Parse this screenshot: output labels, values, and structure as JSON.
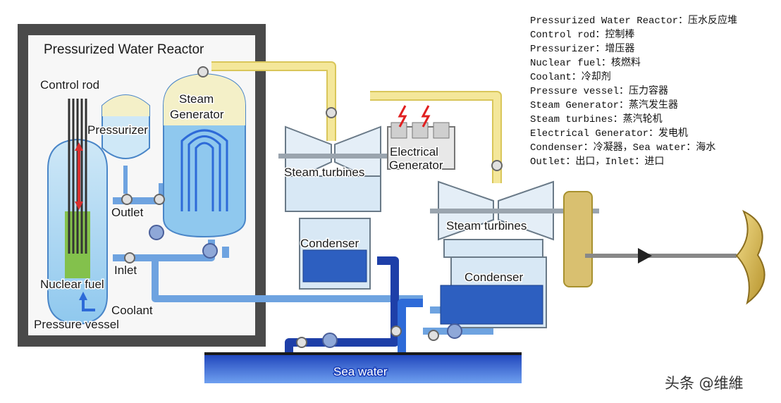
{
  "diagram": {
    "title": "Pressurized Water Reactor",
    "labels": {
      "control_rod": "Control rod",
      "pressurizer": "Pressurizer",
      "steam_generator_line1": "Steam",
      "steam_generator_line2": "Generator",
      "outlet": "Outlet",
      "inlet": "Inlet",
      "nuclear_fuel": "Nuclear fuel",
      "coolant": "Coolant",
      "pressure_vessel": "Pressure vessel",
      "steam_turbines_1": "Steam turbines",
      "steam_turbines_2": "Steam turbines",
      "electrical_generator_line1": "Electrical",
      "electrical_generator_line2": "Generator",
      "condenser_1": "Condenser",
      "condenser_2": "Condenser",
      "sea_water": "Sea water"
    },
    "colors": {
      "primary_loop": "#6ea3e0",
      "steam_line": "#f4e79a",
      "sea_water": "#1e4fc4",
      "containment": "#3a3a3a",
      "control_rod_arrow": "#d83030",
      "spark": "#e02020"
    }
  },
  "legend": {
    "items": [
      "Pressurized Water Reactor：压水反应堆",
      "Control rod：控制棒",
      "Pressurizer：增压器",
      "Nuclear fuel：核燃料",
      "Coolant：冷却剂",
      "Pressure vessel：压力容器",
      "Steam Generator：蒸汽发生器",
      "Steam turbines：蒸汽轮机",
      "Electrical Generator：发电机",
      "Condenser：冷凝器，Sea water：海水",
      "Outlet：出口，Inlet：进口"
    ]
  },
  "watermark": "头条 @维維"
}
